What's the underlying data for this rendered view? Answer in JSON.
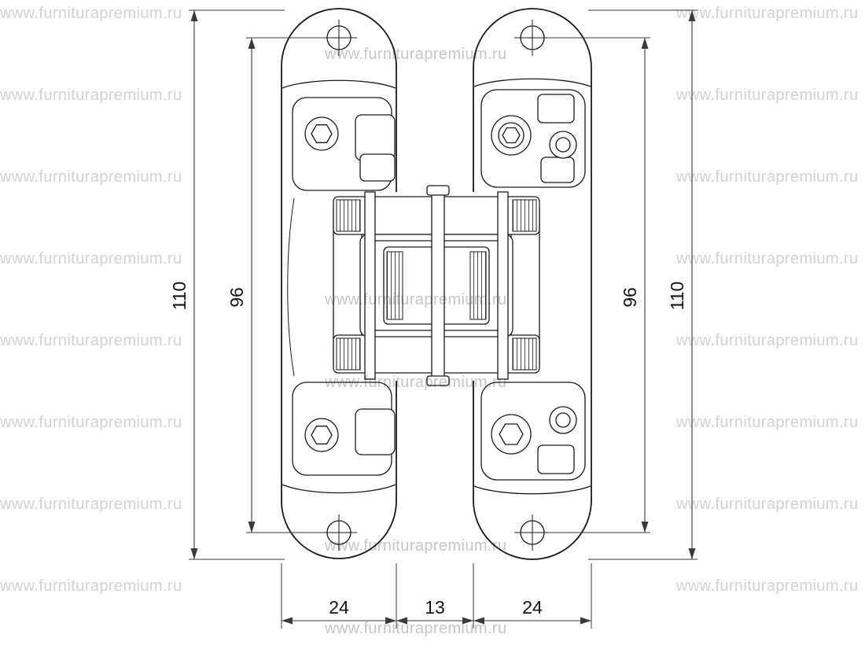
{
  "watermark": {
    "text": "www.furniturapremium.ru",
    "color": "#d3d3d3"
  },
  "colors": {
    "line": "#1a1a1a",
    "dimension": "#3a3a3a",
    "watermark": "#d3d3d3"
  },
  "dimensions": {
    "left_outer": "110",
    "left_inner": "96",
    "right_inner": "96",
    "right_outer": "110",
    "bottom_left_plate": "24",
    "bottom_gap": "13",
    "bottom_right_plate": "24"
  }
}
